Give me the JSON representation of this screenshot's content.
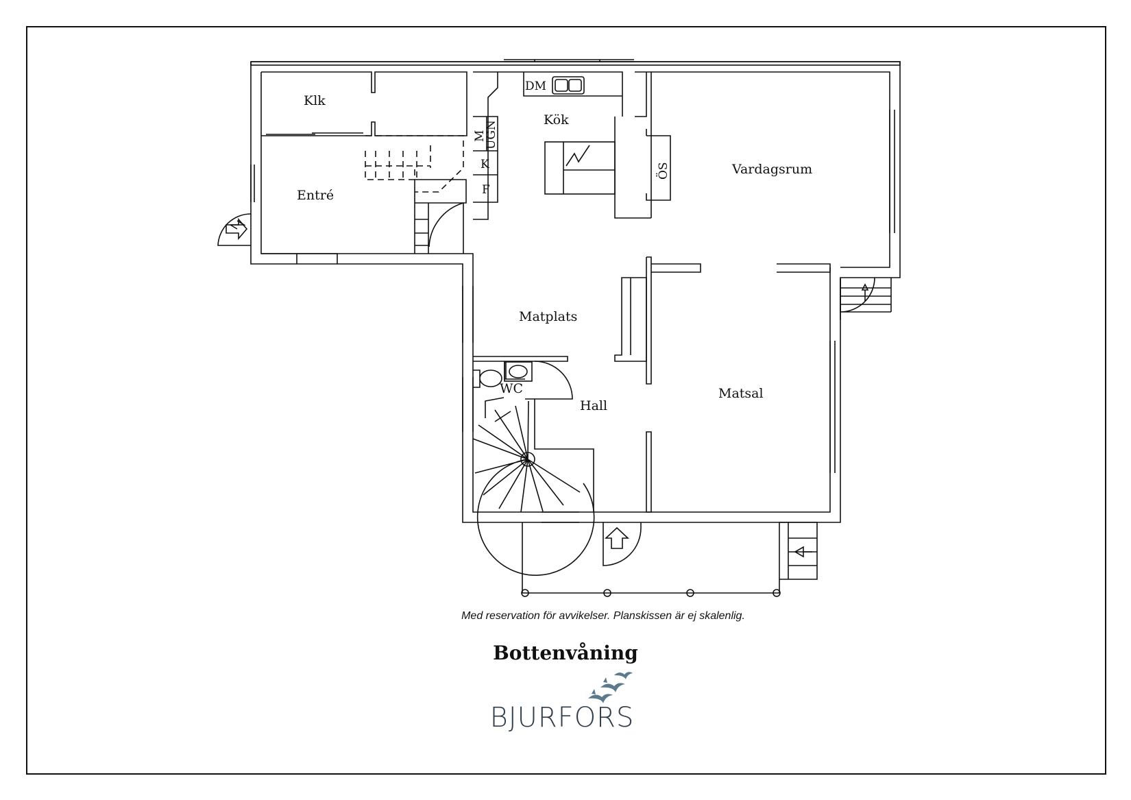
{
  "rooms": {
    "klk": "Klk",
    "entre": "Entré",
    "kok": "Kök",
    "vardagsrum": "Vardagsrum",
    "matplats": "Matplats",
    "wc": "WC",
    "hall": "Hall",
    "matsal": "Matsal"
  },
  "fixtures": {
    "dm": "DM",
    "m": "M",
    "ugn": "UGN",
    "k": "K",
    "f": "F",
    "os": "ÖS"
  },
  "disclaimer": "Med reservation för avvikelser. Planskissen är ej skalenlig.",
  "floor_title": "Bottenvåning",
  "brand": {
    "name": "BJURFORS",
    "logo_color": "#5b7a8c",
    "text_color": "#2f3d4a"
  }
}
